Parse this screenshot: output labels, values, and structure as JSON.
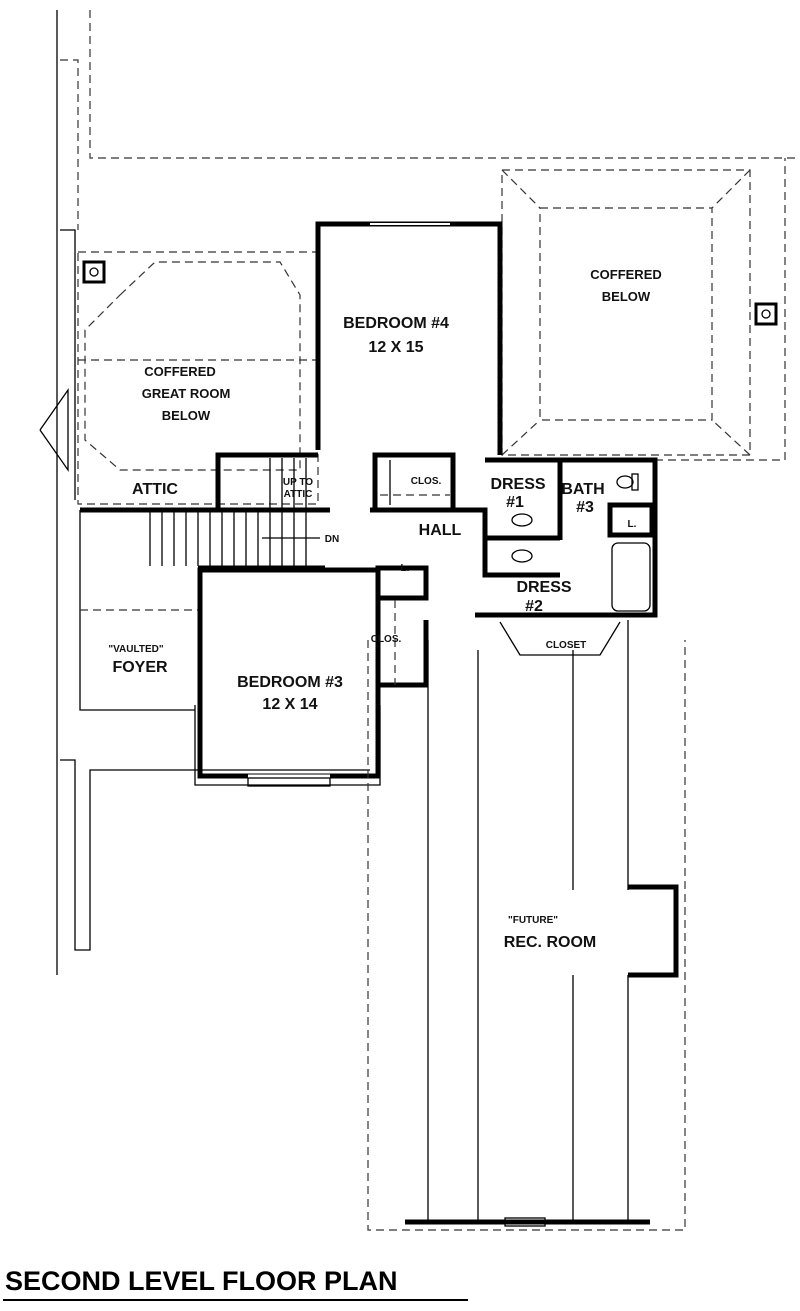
{
  "plan": {
    "title": "SECOND LEVEL FLOOR PLAN",
    "rooms": {
      "great_room": {
        "line1": "COFFERED",
        "line2": "GREAT ROOM",
        "line3": "BELOW"
      },
      "coffered_right": {
        "line1": "COFFERED",
        "line2": "BELOW"
      },
      "bedroom4": {
        "name": "BEDROOM #4",
        "size": "12 X 15"
      },
      "bedroom3": {
        "name": "BEDROOM #3",
        "size": "12 X 14"
      },
      "attic": "ATTIC",
      "up_to_attic": {
        "line1": "UP TO",
        "line2": "ATTIC"
      },
      "stair_dn": "DN",
      "hall": "HALL",
      "clos_top": "CLOS.",
      "clos_b3": "CLOS.",
      "dress1": {
        "line1": "DRESS",
        "line2": "#1"
      },
      "dress2": {
        "line1": "DRESS",
        "line2": "#2"
      },
      "bath3": {
        "line1": "BATH",
        "line2": "#3"
      },
      "linen_bath": "L.",
      "linen_hall": "L.",
      "closet": "CLOSET",
      "foyer": {
        "line1": "\"VAULTED\"",
        "line2": "FOYER"
      },
      "rec_room": {
        "line1": "\"FUTURE\"",
        "line2": "REC. ROOM"
      }
    }
  }
}
